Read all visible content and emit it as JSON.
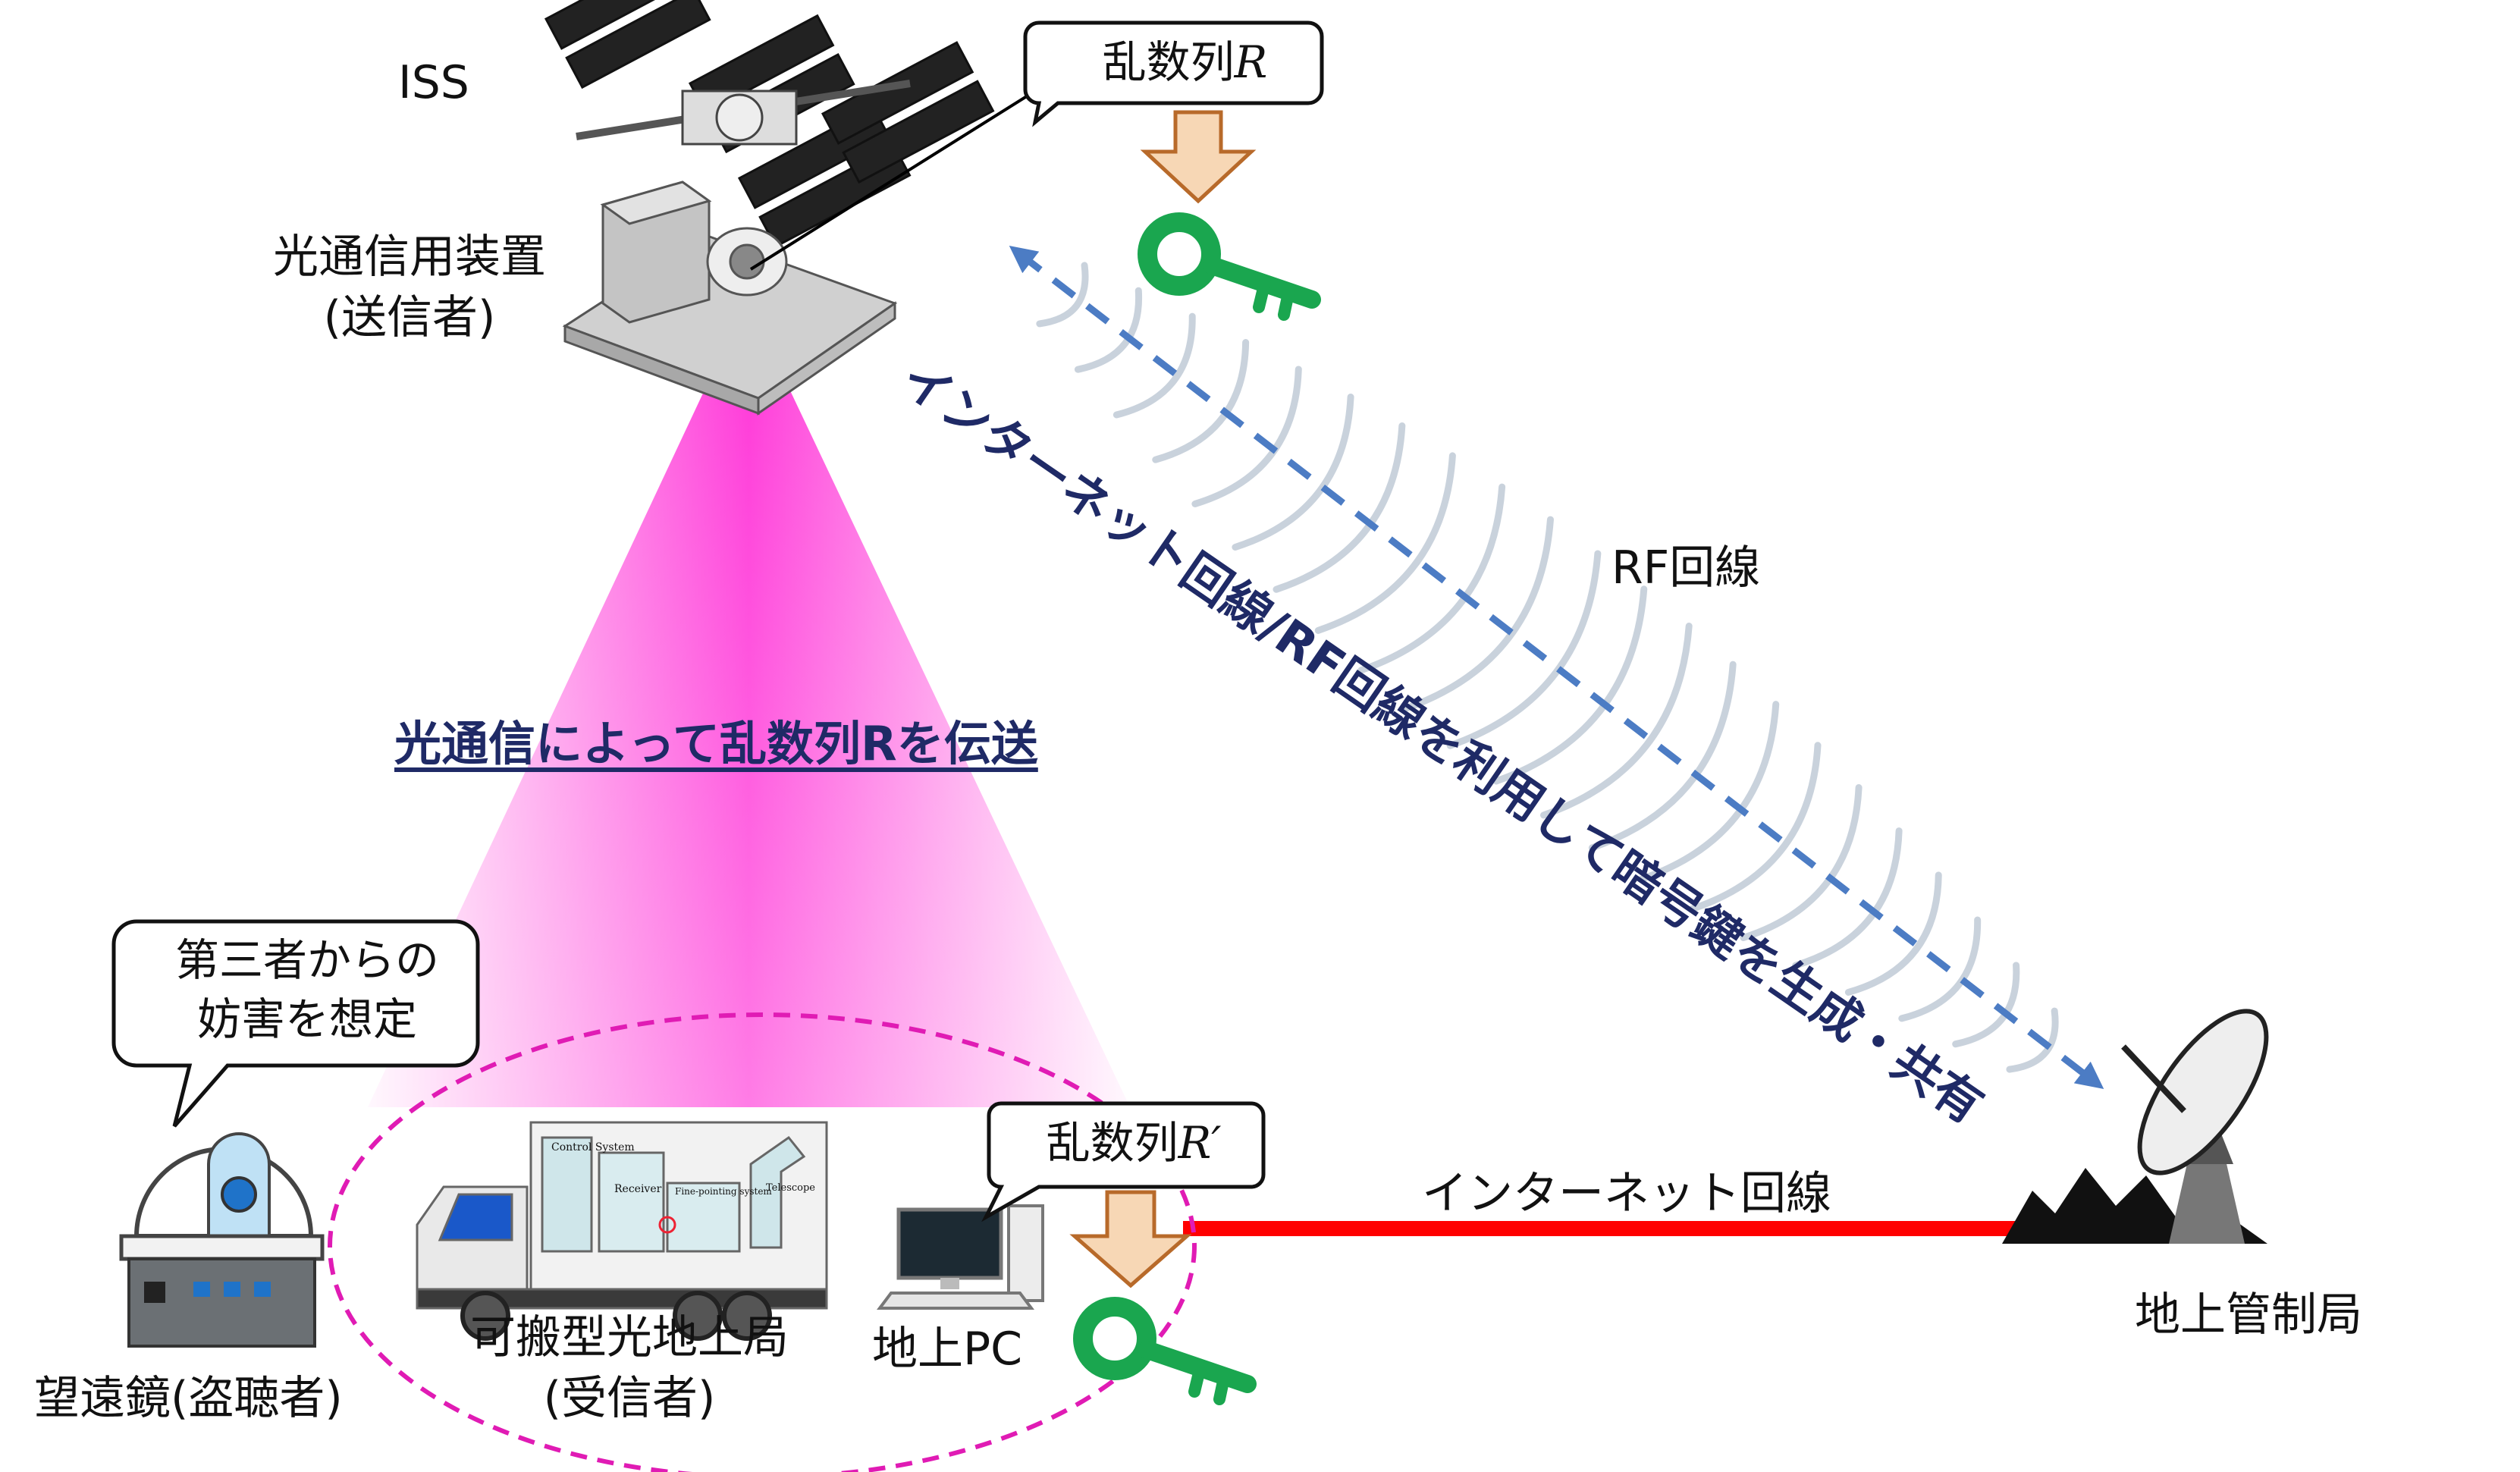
{
  "labels": {
    "iss": "ISS",
    "optical_device": "光通信用装置",
    "sender": "(送信者)",
    "random_r": "乱数列",
    "random_r_sym": "R",
    "random_r_prime": "乱数列",
    "random_r_prime_sym": "R′",
    "rf_line": "RF回線",
    "beam_caption": "光通信によって乱数列Rを伝送",
    "diagonal_label": "インターネット回線/RF回線を利用して暗号鍵を生成・共有",
    "third_party_line1": "第三者からの",
    "third_party_line2": "妨害を想定",
    "telescope": "望遠鏡(盗聴者)",
    "portable_station_line1": "可搬型光地上局",
    "portable_station_line2": "(受信者)",
    "ground_pc": "地上PC",
    "internet_line": "インターネット回線",
    "ground_control": "地上管制局",
    "truck_control": "Control System",
    "truck_receiver": "Receiver",
    "truck_fine": "Fine-pointing system",
    "truck_telescope": "Telescope"
  },
  "colors": {
    "beam": "#ff2bd6",
    "key": "#1aa64f",
    "arrow_fill": "#f7d7b5",
    "arrow_stroke": "#b86a2a",
    "dashed_arrow": "#4c7cc4",
    "rf_wave": "#c9d2dc",
    "internet_line": "#ff0000",
    "ellipse": "#e01bb4",
    "caption": "#1f2a66"
  }
}
